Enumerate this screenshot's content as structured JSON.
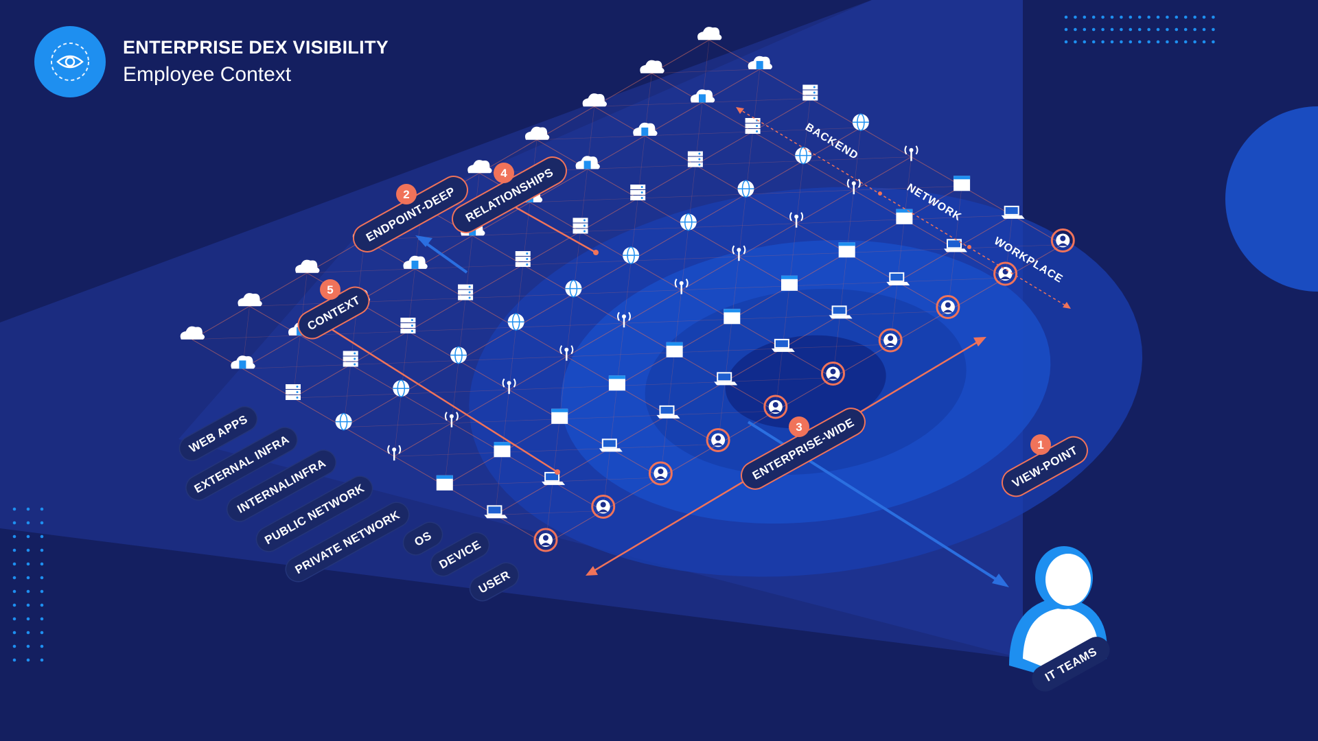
{
  "header": {
    "title": "ENTERPRISE DEX VISIBILITY",
    "subtitle": "Employee Context",
    "icon": "eye-icon"
  },
  "colors": {
    "background": "#141f60",
    "beam": "#1d3a9a",
    "accent_blue": "#1e8ff0",
    "accent_red": "#f0735a",
    "pill_dark": "#1a2866"
  },
  "layers": [
    "WEB APPS",
    "EXTERNAL INFRA",
    "INTERNALINFRA",
    "PUBLIC NETWORK",
    "PRIVATE NETWORK",
    "OS",
    "DEVICE",
    "USER"
  ],
  "callouts": [
    {
      "number": "1",
      "label": "VIEW-POINT"
    },
    {
      "number": "2",
      "label": "ENDPOINT-DEEP"
    },
    {
      "number": "3",
      "label": "ENTERPRISE-WIDE"
    },
    {
      "number": "4",
      "label": "RELATIONSHIPS"
    },
    {
      "number": "5",
      "label": "CONTEXT"
    }
  ],
  "dimensions": [
    "BACKEND",
    "NETWORK",
    "WORKPLACE"
  ],
  "it_teams": "IT TEAMS",
  "grid_icons": [
    "cloud-icon",
    "cloud-app-icon",
    "server-icon",
    "globe-icon",
    "antenna-icon",
    "window-icon",
    "laptop-icon",
    "user-icon"
  ]
}
